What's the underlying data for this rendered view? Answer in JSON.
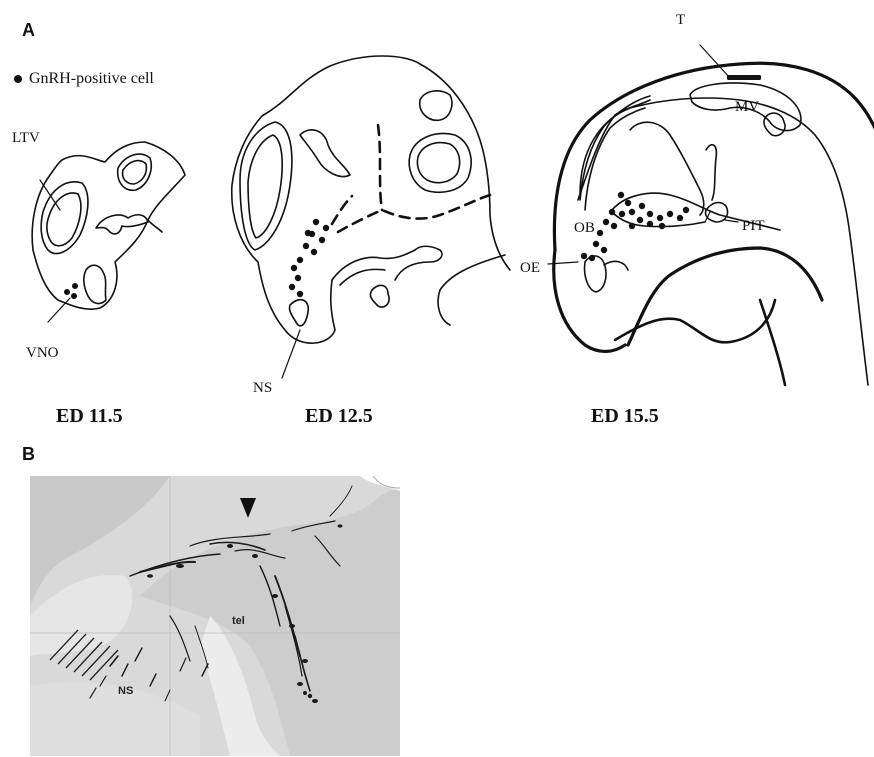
{
  "panels": {
    "a_letter": "A",
    "b_letter": "B"
  },
  "legend": {
    "label": "GnRH-positive cell"
  },
  "stages": {
    "ed115": "ED 11.5",
    "ed125": "ED 12.5",
    "ed155": "ED 15.5"
  },
  "labels": {
    "ltv": "LTV",
    "vno": "VNO",
    "ns": "NS",
    "t": "T",
    "mv": "MV",
    "ob": "OB",
    "pit": "PIT",
    "oe": "OE"
  },
  "micrograph": {
    "tel": "tel",
    "ns": "NS"
  }
}
